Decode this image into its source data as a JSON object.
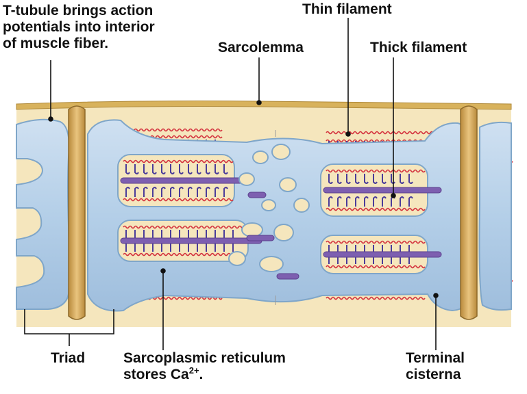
{
  "labels": {
    "t_tubule": [
      "T-tubule brings action",
      "potentials into interior",
      "of muscle fiber."
    ],
    "thin_filament": "Thin filament",
    "sarcolemma": "Sarcolemma",
    "thick_filament": "Thick filament",
    "triad": "Triad",
    "sarcoplasmic_reticulum": [
      "Sarcoplasmic reticulum",
      "stores Ca"
    ],
    "ca_superscript": "2+",
    "ca_period": ".",
    "terminal_cisterna": [
      "Terminal",
      "cisterna"
    ]
  },
  "colors": {
    "sarcoplasm": "#f5e6bd",
    "sarcolemma": "#d8b25c",
    "t_tubule": "#d4a85a",
    "reticulum": "#b9d3ea",
    "reticulum_edge": "#7fa6c9",
    "thick_filament": "#7d5fb0",
    "thin_filament": "#d4343f",
    "myosin_head": "#4a3c9a"
  }
}
